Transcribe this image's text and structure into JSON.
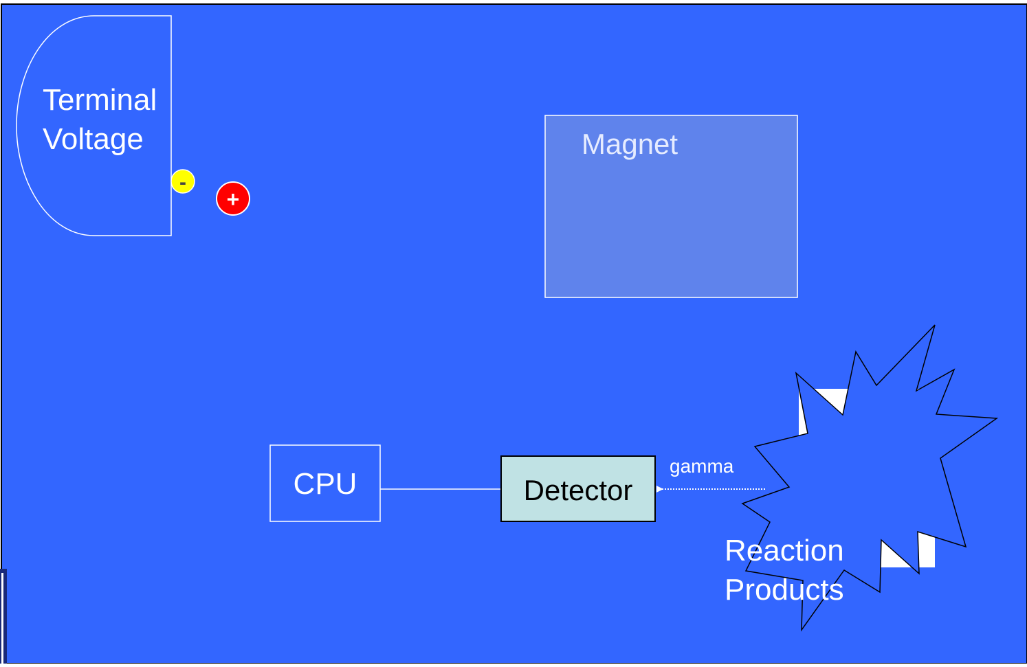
{
  "colors": {
    "background": "#3366FF",
    "outline": "#FFFFFF",
    "magnet_fill": "#5F83EC",
    "detector_fill": "#C0E2E4",
    "negative_particle": "#FFFF00",
    "positive_particle": "#FF0000",
    "strip": "#FFFFFF",
    "side_bar": "#1A2A7A"
  },
  "terminal": {
    "label_line1": "Terminal",
    "label_line2": "Voltage"
  },
  "particles": {
    "negative_symbol": "-",
    "positive_symbol": "+"
  },
  "magnet": {
    "label": "Magnet"
  },
  "cpu": {
    "label": "CPU"
  },
  "detector": {
    "label": "Detector"
  },
  "gamma": {
    "label": "gamma"
  },
  "reaction": {
    "label_line1": "Reaction",
    "label_line2": "Products"
  }
}
